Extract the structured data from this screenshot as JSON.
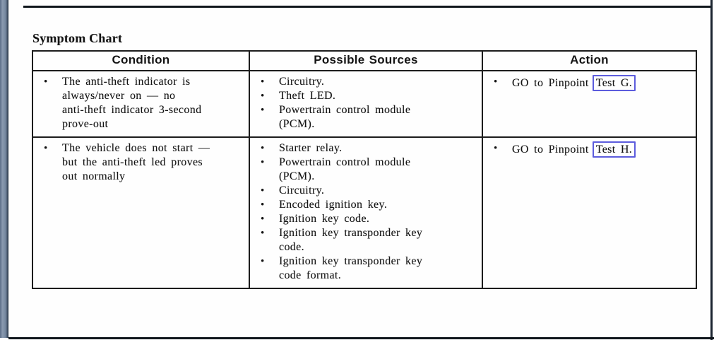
{
  "page": {
    "title": "Symptom Chart"
  },
  "glyphs": {
    "bullet": "•"
  },
  "table": {
    "headers": {
      "condition": "Condition",
      "sources": "Possible Sources",
      "action": "Action"
    },
    "rows": [
      {
        "condition_lines": {
          "l0": "The anti-theft indicator is",
          "l1": "always/never on — no",
          "l2": "anti-theft indicator 3-second",
          "l3": "prove-out"
        },
        "sources": {
          "s0": {
            "l0": "Circuitry."
          },
          "s1": {
            "l0": "Theft LED."
          },
          "s2": {
            "l0": "Powertrain control module",
            "l1": "(PCM)."
          }
        },
        "action": {
          "text": "GO to Pinpoint",
          "link_label": "Test G."
        }
      },
      {
        "condition_lines": {
          "l0": "The vehicle does not start —",
          "l1": "but the anti-theft led proves",
          "l2": "out normally"
        },
        "sources": {
          "s0": {
            "l0": "Starter relay."
          },
          "s1": {
            "l0": "Powertrain control module",
            "l1": "(PCM)."
          },
          "s2": {
            "l0": "Circuitry."
          },
          "s3": {
            "l0": "Encoded ignition key."
          },
          "s4": {
            "l0": "Ignition key code."
          },
          "s5": {
            "l0": "Ignition key transponder key",
            "l1": "code."
          },
          "s6": {
            "l0": "Ignition key transponder key",
            "l1": "code format."
          }
        },
        "action": {
          "text": "GO to Pinpoint",
          "link_label": "Test H."
        }
      }
    ]
  },
  "colors": {
    "link_box_border": "#5c5cdd",
    "binder_bar": "#74879f",
    "page_rule": "#10161c",
    "table_border": "#1c1c1c",
    "text": "#141414"
  }
}
